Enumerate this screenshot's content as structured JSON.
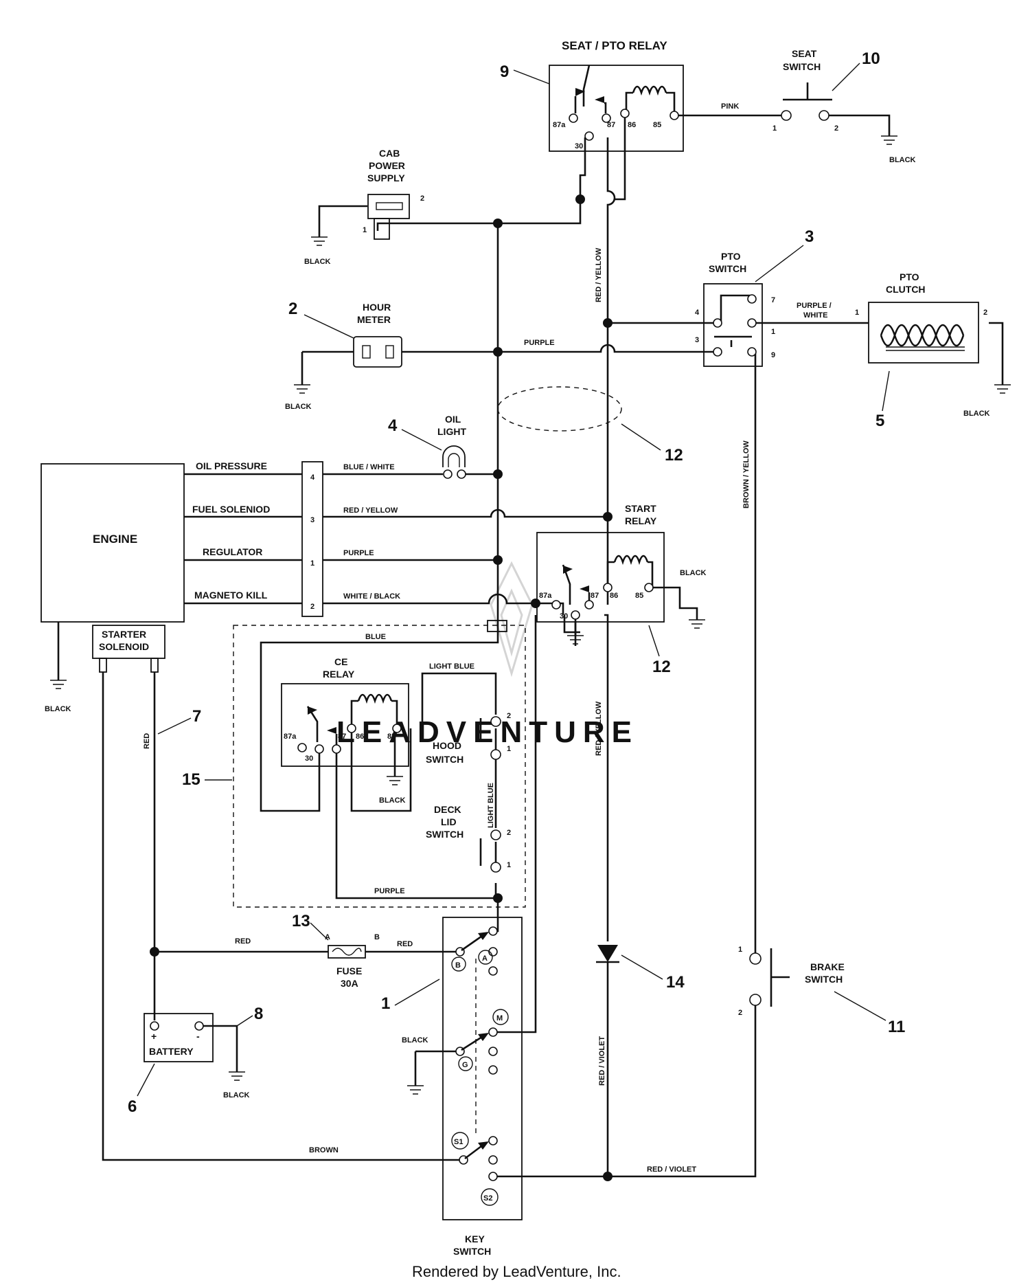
{
  "components": {
    "seat_pto_relay": {
      "title": "SEAT / PTO RELAY",
      "number": "9",
      "pins": [
        "87a",
        "30",
        "87",
        "86",
        "85"
      ]
    },
    "seat_switch": {
      "title": [
        "SEAT",
        "SWITCH"
      ],
      "number": "10",
      "pins": [
        "1",
        "2"
      ]
    },
    "cab_power": {
      "title": [
        "CAB",
        "POWER",
        "SUPPLY"
      ],
      "pins": [
        "1",
        "2"
      ]
    },
    "hour_meter": {
      "title": [
        "HOUR",
        "METER"
      ],
      "number": "2"
    },
    "pto_switch": {
      "title": [
        "PTO",
        "SWITCH"
      ],
      "number": "3",
      "pins": [
        "4",
        "3",
        "7",
        "1",
        "9"
      ]
    },
    "pto_clutch": {
      "title": [
        "PTO",
        "CLUTCH"
      ],
      "number": "5",
      "pins": [
        "1",
        "2"
      ]
    },
    "oil_light": {
      "title": [
        "OIL",
        "LIGHT"
      ],
      "number": "4"
    },
    "engine": {
      "title": "ENGINE",
      "signals": [
        "OIL PRESSURE",
        "FUEL SOLENIOD",
        "REGULATOR",
        "MAGNETO KILL"
      ],
      "pins": [
        "4",
        "3",
        "1",
        "2"
      ]
    },
    "starter_solenoid": {
      "title": [
        "STARTER",
        "SOLENOID"
      ]
    },
    "start_relay": {
      "title": [
        "START",
        "RELAY"
      ],
      "number": "12",
      "pins": [
        "87a",
        "30",
        "87",
        "86",
        "85"
      ]
    },
    "ce_relay": {
      "title": [
        "CE",
        "RELAY"
      ],
      "pins": [
        "87a",
        "30",
        "87",
        "86",
        "85"
      ]
    },
    "hood_switch": {
      "title": [
        "HOOD",
        "SWITCH"
      ],
      "pins": [
        "2",
        "1"
      ]
    },
    "deck_lid_switch": {
      "title": [
        "DECK",
        "LID",
        "SWITCH"
      ],
      "pins": [
        "2",
        "1"
      ]
    },
    "fuse": {
      "title": [
        "FUSE",
        "30A"
      ],
      "number": "13",
      "pins": [
        "A",
        "B"
      ]
    },
    "battery": {
      "title": "BATTERY",
      "number": "6",
      "pins": [
        "+",
        "-"
      ]
    },
    "key_switch": {
      "title": [
        "KEY",
        "SWITCH"
      ],
      "number": "1",
      "terminals": [
        "B",
        "A",
        "M",
        "G",
        "S1",
        "S2"
      ]
    },
    "diode": {
      "number": "14"
    },
    "brake_switch": {
      "title": [
        "BRAKE",
        "SWITCH"
      ],
      "number": "11",
      "pins": [
        "1",
        "2"
      ]
    },
    "harness": {
      "number": "12"
    },
    "ce_module": {
      "number": "15"
    }
  },
  "wire_labels": {
    "pink": "PINK",
    "purple_white": [
      "PURPLE /",
      "WHITE"
    ],
    "purple": "PURPLE",
    "red_yellow": "RED / YELLOW",
    "blue_white": "BLUE / WHITE",
    "white_black": "WHITE / BLACK",
    "blue": "BLUE",
    "light_blue": "LIGHT BLUE",
    "red": "RED",
    "brown": "BROWN",
    "red_violet": "RED / VIOLET",
    "brown_yellow": "BROWN / YELLOW",
    "black": "BLACK"
  },
  "watermark": "LEADVENTURE",
  "footer": "Rendered by LeadVenture, Inc.",
  "colors": {
    "ink": "#111111",
    "watermark": "#c8c8c8",
    "background": "#ffffff"
  }
}
